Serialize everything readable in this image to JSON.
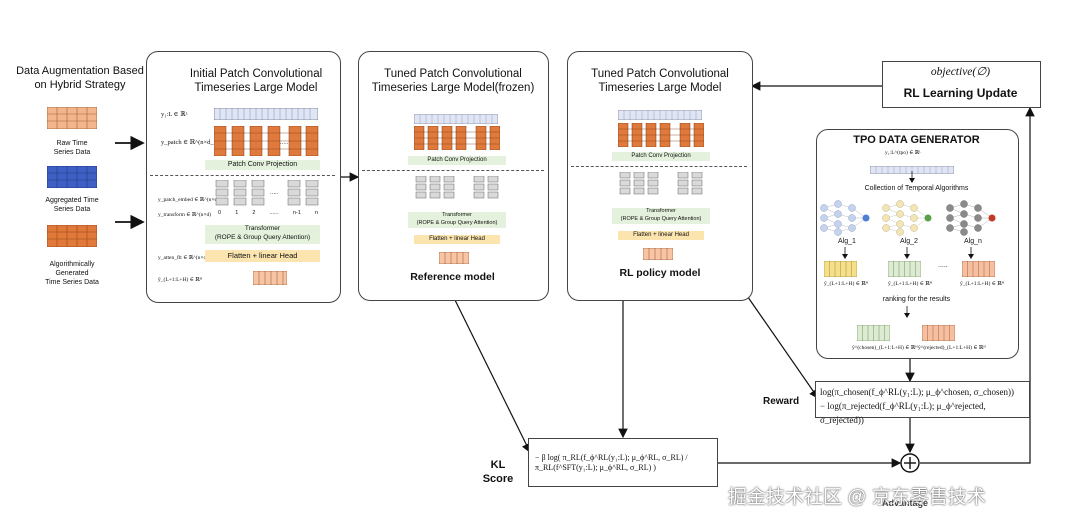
{
  "data_augmentation": {
    "title_line1": "Data Augmentation Based",
    "title_line2": "on Hybrid Strategy",
    "raw_line1": "Raw Time",
    "raw_line2": "Series Data",
    "agg_line1": "Aggregated Time",
    "agg_line2": "Series Data",
    "gen_line1": "Algorithmically",
    "gen_line2": "Generated",
    "gen_line3": "Time Series Data"
  },
  "initial_model": {
    "title_line1": "Initial Patch Convolutional",
    "title_line2": "Timeseries Large Model",
    "y_label": "y₁:L ∈ ℝᴸ",
    "ypatch_label": "y_patch ∈ ℝ^(n×d_p)",
    "patch_conv": "Patch Conv Projection",
    "ypatch_emb_label": "y_patch_embed ∈ ℝ^(n×d_m)",
    "ytransform_label": "y_transform ∈ ℝ^(n×d)",
    "transformer_line1": "Transformer",
    "transformer_line2": "(ROPE  & Group Query Attention)",
    "flatten": "Flatten + linear Head",
    "yatten_label": "y_atten_flt ∈ ℝ^(n×d_m)",
    "yhat_label": "ŷ_(L+1:L+H) ∈ ℝᴴ",
    "idx": [
      "0",
      "1",
      "2",
      "......",
      "n-1",
      "n"
    ]
  },
  "reference_model": {
    "title_line1": "Tuned Patch Convolutional",
    "title_line2": "Timeseries Large Model(frozen)",
    "patch_conv": "Patch Conv Projection",
    "transformer_line1": "Transformer",
    "transformer_line2": "(ROPE  & Group Query Attention)",
    "flatten": "Flatten + linear Head",
    "caption": "Reference model"
  },
  "policy_model": {
    "title_line1": "Tuned Patch Convolutional",
    "title_line2": "Timeseries Large Model",
    "patch_conv": "Patch Conv Projection",
    "transformer_line1": "Transformer",
    "transformer_line2": "(ROPE  & Group Query Attention)",
    "flatten": "Flatten + linear Head",
    "caption": "RL policy model"
  },
  "objective": {
    "formula": "objective(∅)",
    "label": "RL Learning Update"
  },
  "tpo": {
    "title": "TPO DATA GENERATOR",
    "input_label": "y₁:L^(tpo) ∈ ℝᴸ",
    "collection": "Collection of Temporal Algorithms",
    "alg1": "Alg_1",
    "alg2": "Alg_2",
    "algn": "Alg_n",
    "out_label": "ŷ_(L+1:L+H) ∈ ℝᴴ",
    "ranking": "ranking for the results",
    "chosen_label": "ŷ^(chosen)_(L+1:L+H) ∈ ℝᴴ",
    "rejected_label": "ŷ^(rejected)_(L+1:L+H) ∈ ℝᴴ",
    "colors": {
      "alg1": "#f6df8a",
      "alg2": "#dcebd2",
      "algn": "#f5bfa0"
    }
  },
  "reward": {
    "label": "Reward",
    "line1": "log(π_chosen(f_ϕ^RL(y₁:L); μ_ϕ^chosen, σ_chosen))",
    "line2": "− log(π_rejected(f_ϕ^RL(y₁:L); μ_ϕ^rejected, σ_rejected))"
  },
  "kl": {
    "label_line1": "KL",
    "label_line2": "Score",
    "formula": "− β log( π_RL(f_ϕ^RL(y₁:L); μ_ϕ^RL, σ_RL) / π_RL(f^SFT(y₁:L); μ_ϕ^RL, σ_RL) )"
  },
  "sum_symbol": "+",
  "advantage_label": "Advantage",
  "watermark": "掘金技术社区 @ 京东零售技术"
}
